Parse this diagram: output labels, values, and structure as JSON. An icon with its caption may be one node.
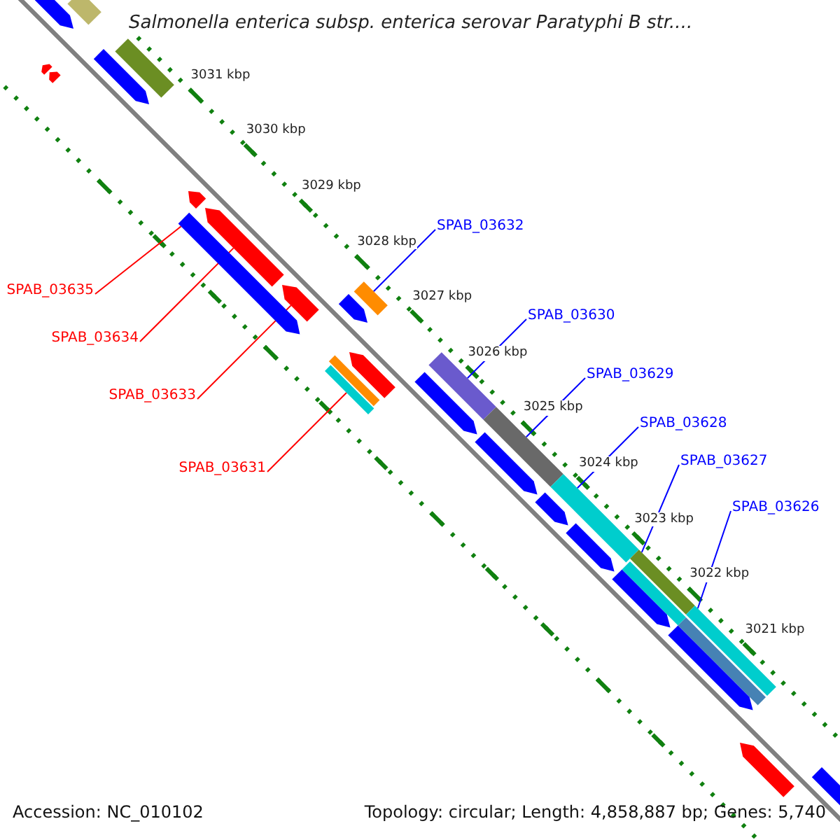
{
  "diagram": {
    "title": "Salmonella enterica subsp. enterica serovar Paratyphi B str....",
    "nodes": [
      {
        "text": [
          "SPAB_03632"
        ]
      },
      {
        "text": [
          "SPAB_03635"
        ]
      },
      {
        "text": [
          "SPAB_03630"
        ]
      },
      {
        "text": [
          "SPAB_03634"
        ]
      },
      {
        "text": [
          "SPAB_03629"
        ]
      },
      {
        "text": [
          "SPAB_03633"
        ]
      },
      {
        "text": [
          "SPAB_03628"
        ]
      },
      {
        "text": [
          "SPAB_03627"
        ]
      },
      {
        "text": [
          "SPAB_03631"
        ]
      },
      {
        "text": [
          "SPAB_03626"
        ]
      },
      {
        "text": [],
        "shape": "bar"
      },
      {
        "text": [],
        "shape": "bar"
      },
      {
        "text": [],
        "shape": "bar"
      },
      {
        "text": [],
        "shape": "bar"
      },
      {
        "text": [],
        "shape": "bar"
      },
      {
        "text": [],
        "shape": "bar"
      },
      {
        "text": [],
        "shape": "bar"
      },
      {
        "text": [],
        "shape": "bar"
      },
      {
        "text": [],
        "shape": "bar"
      },
      {
        "text": [],
        "shape": "bar"
      },
      {
        "text": [],
        "shape": "bar"
      },
      {
        "text": [],
        "shape": "bar"
      },
      {
        "text": [],
        "shape": "bar"
      },
      {
        "text": [],
        "shape": "bar"
      },
      {
        "text": [],
        "shape": "bar"
      },
      {
        "text": [],
        "shape": "bar"
      },
      {
        "text": [],
        "shape": "bar"
      },
      {
        "text": [],
        "shape": "bar"
      },
      {
        "text": [],
        "shape": "bar"
      },
      {
        "text": [],
        "shape": "bar"
      },
      {
        "text": [],
        "shape": "bar"
      },
      {
        "text": [],
        "shape": "bar"
      },
      {
        "text": [],
        "shape": "bar"
      },
      {
        "text": [],
        "shape": "bar"
      },
      {
        "text": [],
        "shape": "bar"
      },
      {
        "text": [],
        "shape": "bar"
      },
      {
        "text": [],
        "shape": "bar"
      },
      {
        "text": [],
        "shape": "bar"
      },
      {
        "text": [],
        "shape": "bar"
      },
      {
        "text": [],
        "shape": "bar"
      }
    ],
    "edges": [
      {
        "from": 0,
        "to": 21,
        "arrow": "none",
        "color": "#0000ff"
      },
      {
        "from": 1,
        "to": 17,
        "arrow": "none",
        "color": "#ff0000"
      },
      {
        "from": 2,
        "to": 25,
        "arrow": "none",
        "color": "#0000ff"
      },
      {
        "from": 3,
        "to": 18,
        "arrow": "none",
        "color": "#ff0000"
      },
      {
        "from": 4,
        "to": 27,
        "arrow": "none",
        "color": "#0000ff"
      },
      {
        "from": 5,
        "to": 19,
        "arrow": "none",
        "color": "#ff0000"
      },
      {
        "from": 6,
        "to": 30,
        "arrow": "none",
        "color": "#0000ff"
      },
      {
        "from": 7,
        "to": 32,
        "arrow": "none",
        "color": "#0000ff"
      },
      {
        "from": 8,
        "to": 23,
        "arrow": "none",
        "color": "#ff0000"
      },
      {
        "from": 9,
        "to": 35,
        "arrow": "none",
        "color": "#0000ff"
      }
    ],
    "labels": [
      "3031 kbp",
      "3030 kbp",
      "3029 kbp",
      "3028 kbp",
      "3027 kbp",
      "3026 kbp",
      "3025 kbp",
      "3024 kbp",
      "3023 kbp",
      "3022 kbp",
      "3021 kbp",
      "Accession: NC_010102",
      "Topology: circular; Length: 4,858,887 bp; Genes: 5,740"
    ]
  }
}
